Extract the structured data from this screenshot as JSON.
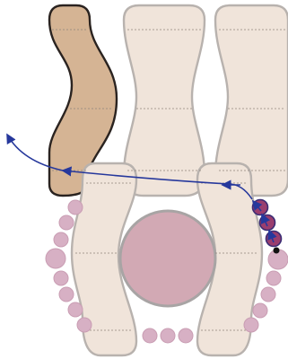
{
  "figure": {
    "description_visible_text": ""
  },
  "colors": {
    "cell_fill": "#f0e4da",
    "cell_stroke": "#b8b2ae",
    "highlight_cell_fill": "#d5b494",
    "highlight_cell_stroke": "#2a2320",
    "nucleus_fill": "#d2a9b4",
    "nucleus_stroke": "#a8a4a4",
    "pink_dot_fill": "#d7b0c4",
    "pink_dot_stroke": "#c99db3",
    "purple_particle_fill": "#9a3e6e",
    "purple_particle_stroke": "#3b2c74",
    "arrow_color": "#26389c",
    "end_dot_color": "#111111",
    "dashed_line_color": "#8f847c"
  },
  "icons": {
    "arrowhead": "triangle-arrowhead",
    "particle": "circle-particle",
    "nucleus": "circle-nucleus"
  }
}
